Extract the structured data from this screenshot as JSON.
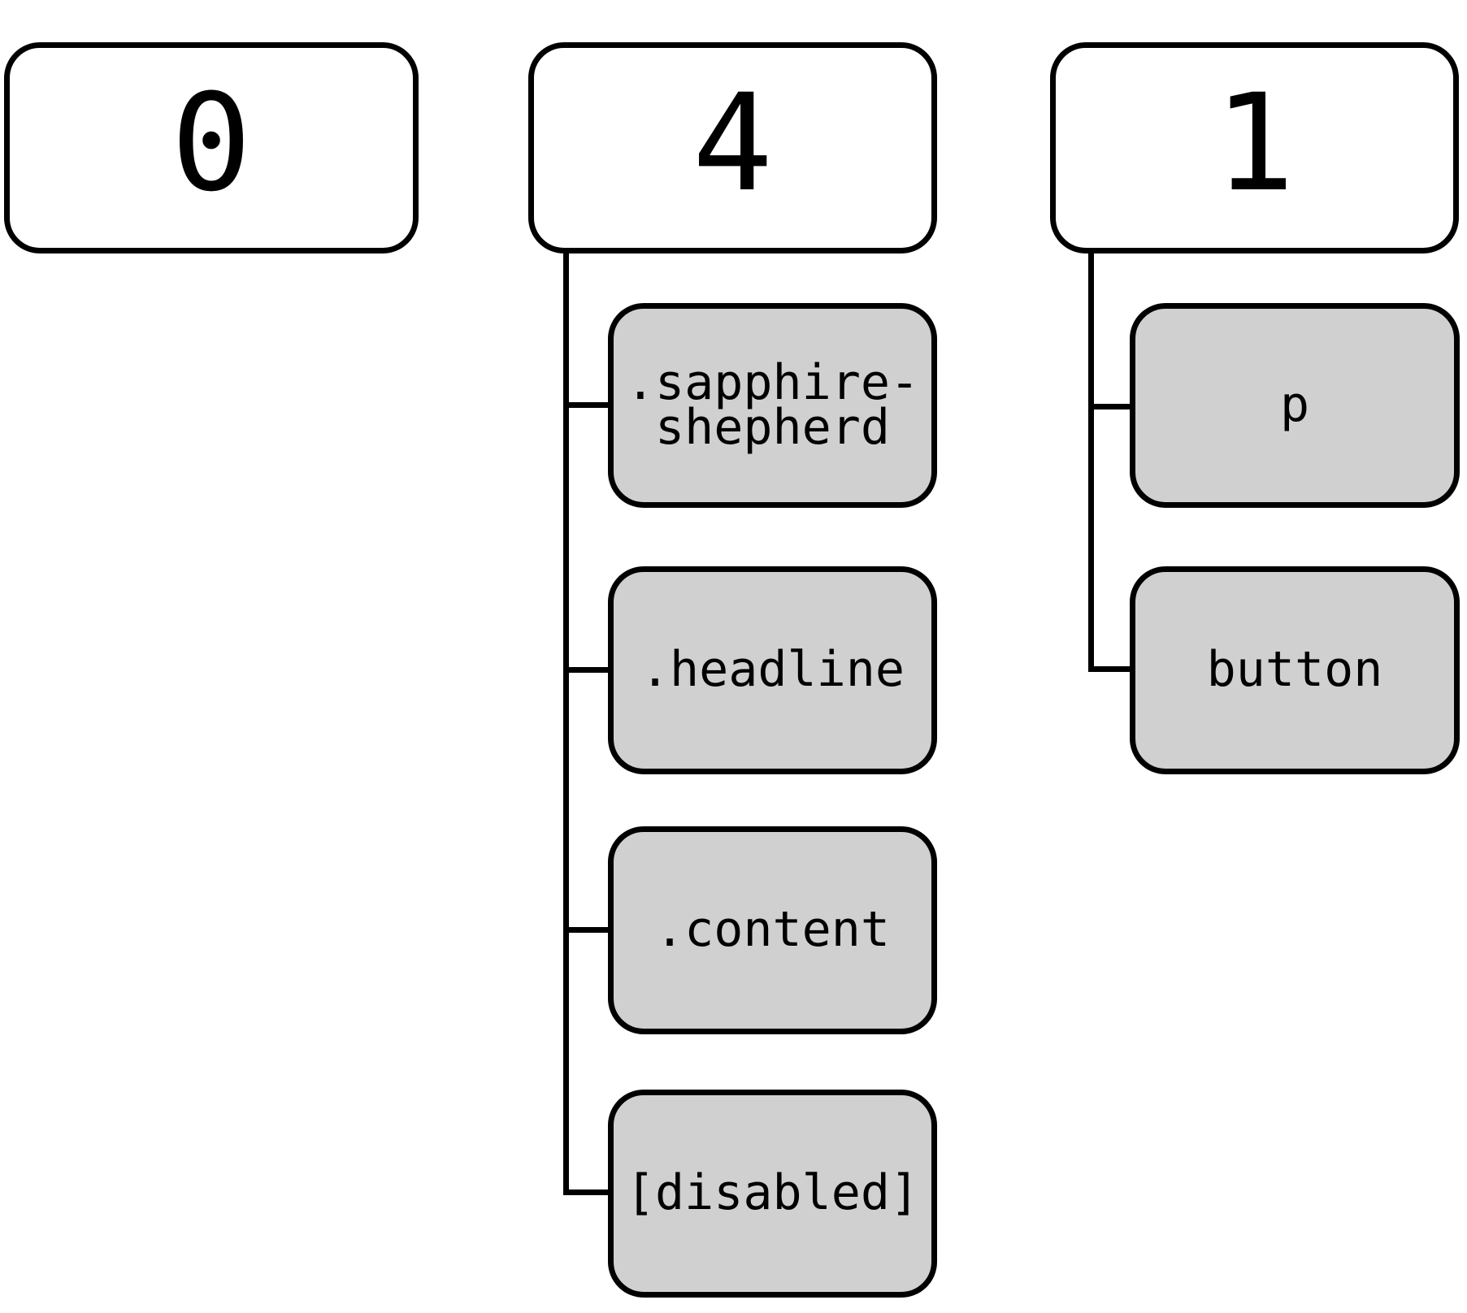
{
  "diagram": {
    "colors": {
      "background": "#ffffff",
      "node_fill": "#ffffff",
      "leaf_fill": "#d0d0d0",
      "line": "#000000",
      "text": "#000000"
    },
    "columns": [
      {
        "header": {
          "label": "0"
        },
        "children": []
      },
      {
        "header": {
          "label": "4"
        },
        "children": [
          {
            "label": [
              ".sapphire-",
              "shepherd"
            ]
          },
          {
            "label": [
              ".headline"
            ]
          },
          {
            "label": [
              ".content"
            ]
          },
          {
            "label": [
              "[disabled]"
            ]
          }
        ]
      },
      {
        "header": {
          "label": "1"
        },
        "children": [
          {
            "label": [
              "p"
            ]
          },
          {
            "label": [
              "button"
            ]
          }
        ]
      }
    ]
  }
}
